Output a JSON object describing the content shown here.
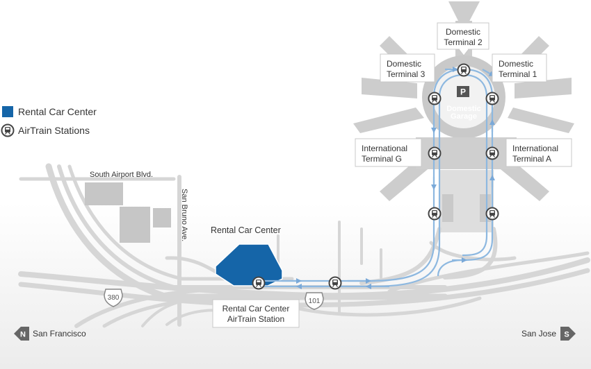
{
  "legend": {
    "rental_car_center": "Rental Car Center",
    "airtrain_stations": "AirTrain Stations"
  },
  "labels": {
    "south_airport_blvd": "South Airport Blvd.",
    "san_bruno_ave": "San Bruno Ave.",
    "rental_car_center": "Rental Car Center",
    "garage_letter": "P",
    "garage_line1": "Domestic",
    "garage_line2": "Garage",
    "highway_380": "380",
    "highway_101": "101"
  },
  "callouts": {
    "domestic_terminal_2": [
      "Domestic",
      "Terminal 2"
    ],
    "domestic_terminal_3": [
      "Domestic",
      "Terminal 3"
    ],
    "domestic_terminal_1": [
      "Domestic",
      "Terminal 1"
    ],
    "international_terminal_g": [
      "International",
      "Terminal G"
    ],
    "international_terminal_a": [
      "International",
      "Terminal A"
    ],
    "rental_car_station": [
      "Rental Car Center",
      "AirTrain Station"
    ]
  },
  "directions": {
    "north_letter": "N",
    "north_city": "San Francisco",
    "south_letter": "S",
    "south_city": "San Jose"
  },
  "colors": {
    "rental_car_center": "#1565a8",
    "airtrain_line": "#8db8e0",
    "station_icon": "#444444",
    "roads": "#d8d8d8",
    "buildings": "#c4c4c4"
  },
  "icons": {
    "station": "train-icon",
    "north_marker": "direction-arrow-left-icon",
    "south_marker": "direction-arrow-right-icon",
    "shield_380": "interstate-shield-icon",
    "shield_101": "us-route-shield-icon"
  }
}
